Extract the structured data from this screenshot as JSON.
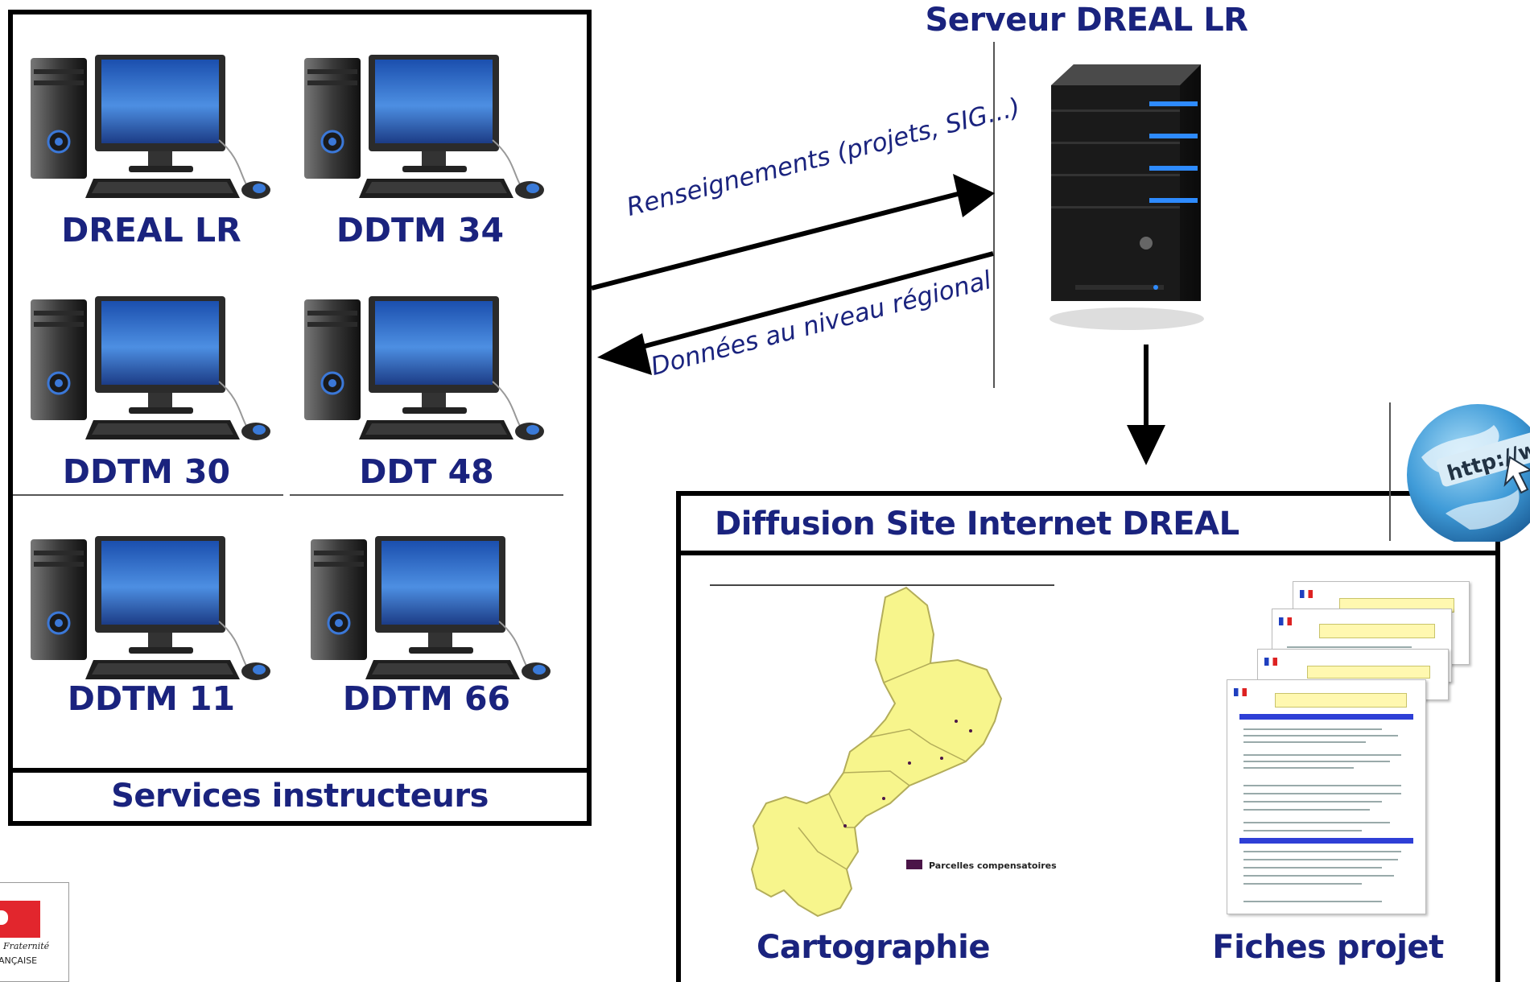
{
  "server": {
    "title": "Serveur DREAL LR"
  },
  "services": {
    "footer": "Services instructeurs",
    "computers": [
      {
        "label": "DREAL LR"
      },
      {
        "label": "DDTM 34"
      },
      {
        "label": "DDTM 30"
      },
      {
        "label": "DDT 48"
      },
      {
        "label": "DDTM 11"
      },
      {
        "label": "DDTM 66"
      }
    ]
  },
  "arrows": {
    "to_server": "Renseignements (projets, SIG...)",
    "to_services": "Données au niveau régional"
  },
  "diffusion": {
    "title": "Diffusion Site Internet DREAL",
    "map_label": "Cartographie",
    "docs_label": "Fiches projet",
    "legend": "Parcelles compensatoires",
    "globe_text": "http://ww"
  },
  "logo": {
    "line1": "Fraternité",
    "line2": "ANÇAISE"
  },
  "colors": {
    "label_blue": "#1a237e",
    "map_yellow": "#f7f58c",
    "legend_swatch": "#4b1548",
    "monitor_blue": "#2f6fcf",
    "server_led": "#2e8bff"
  }
}
